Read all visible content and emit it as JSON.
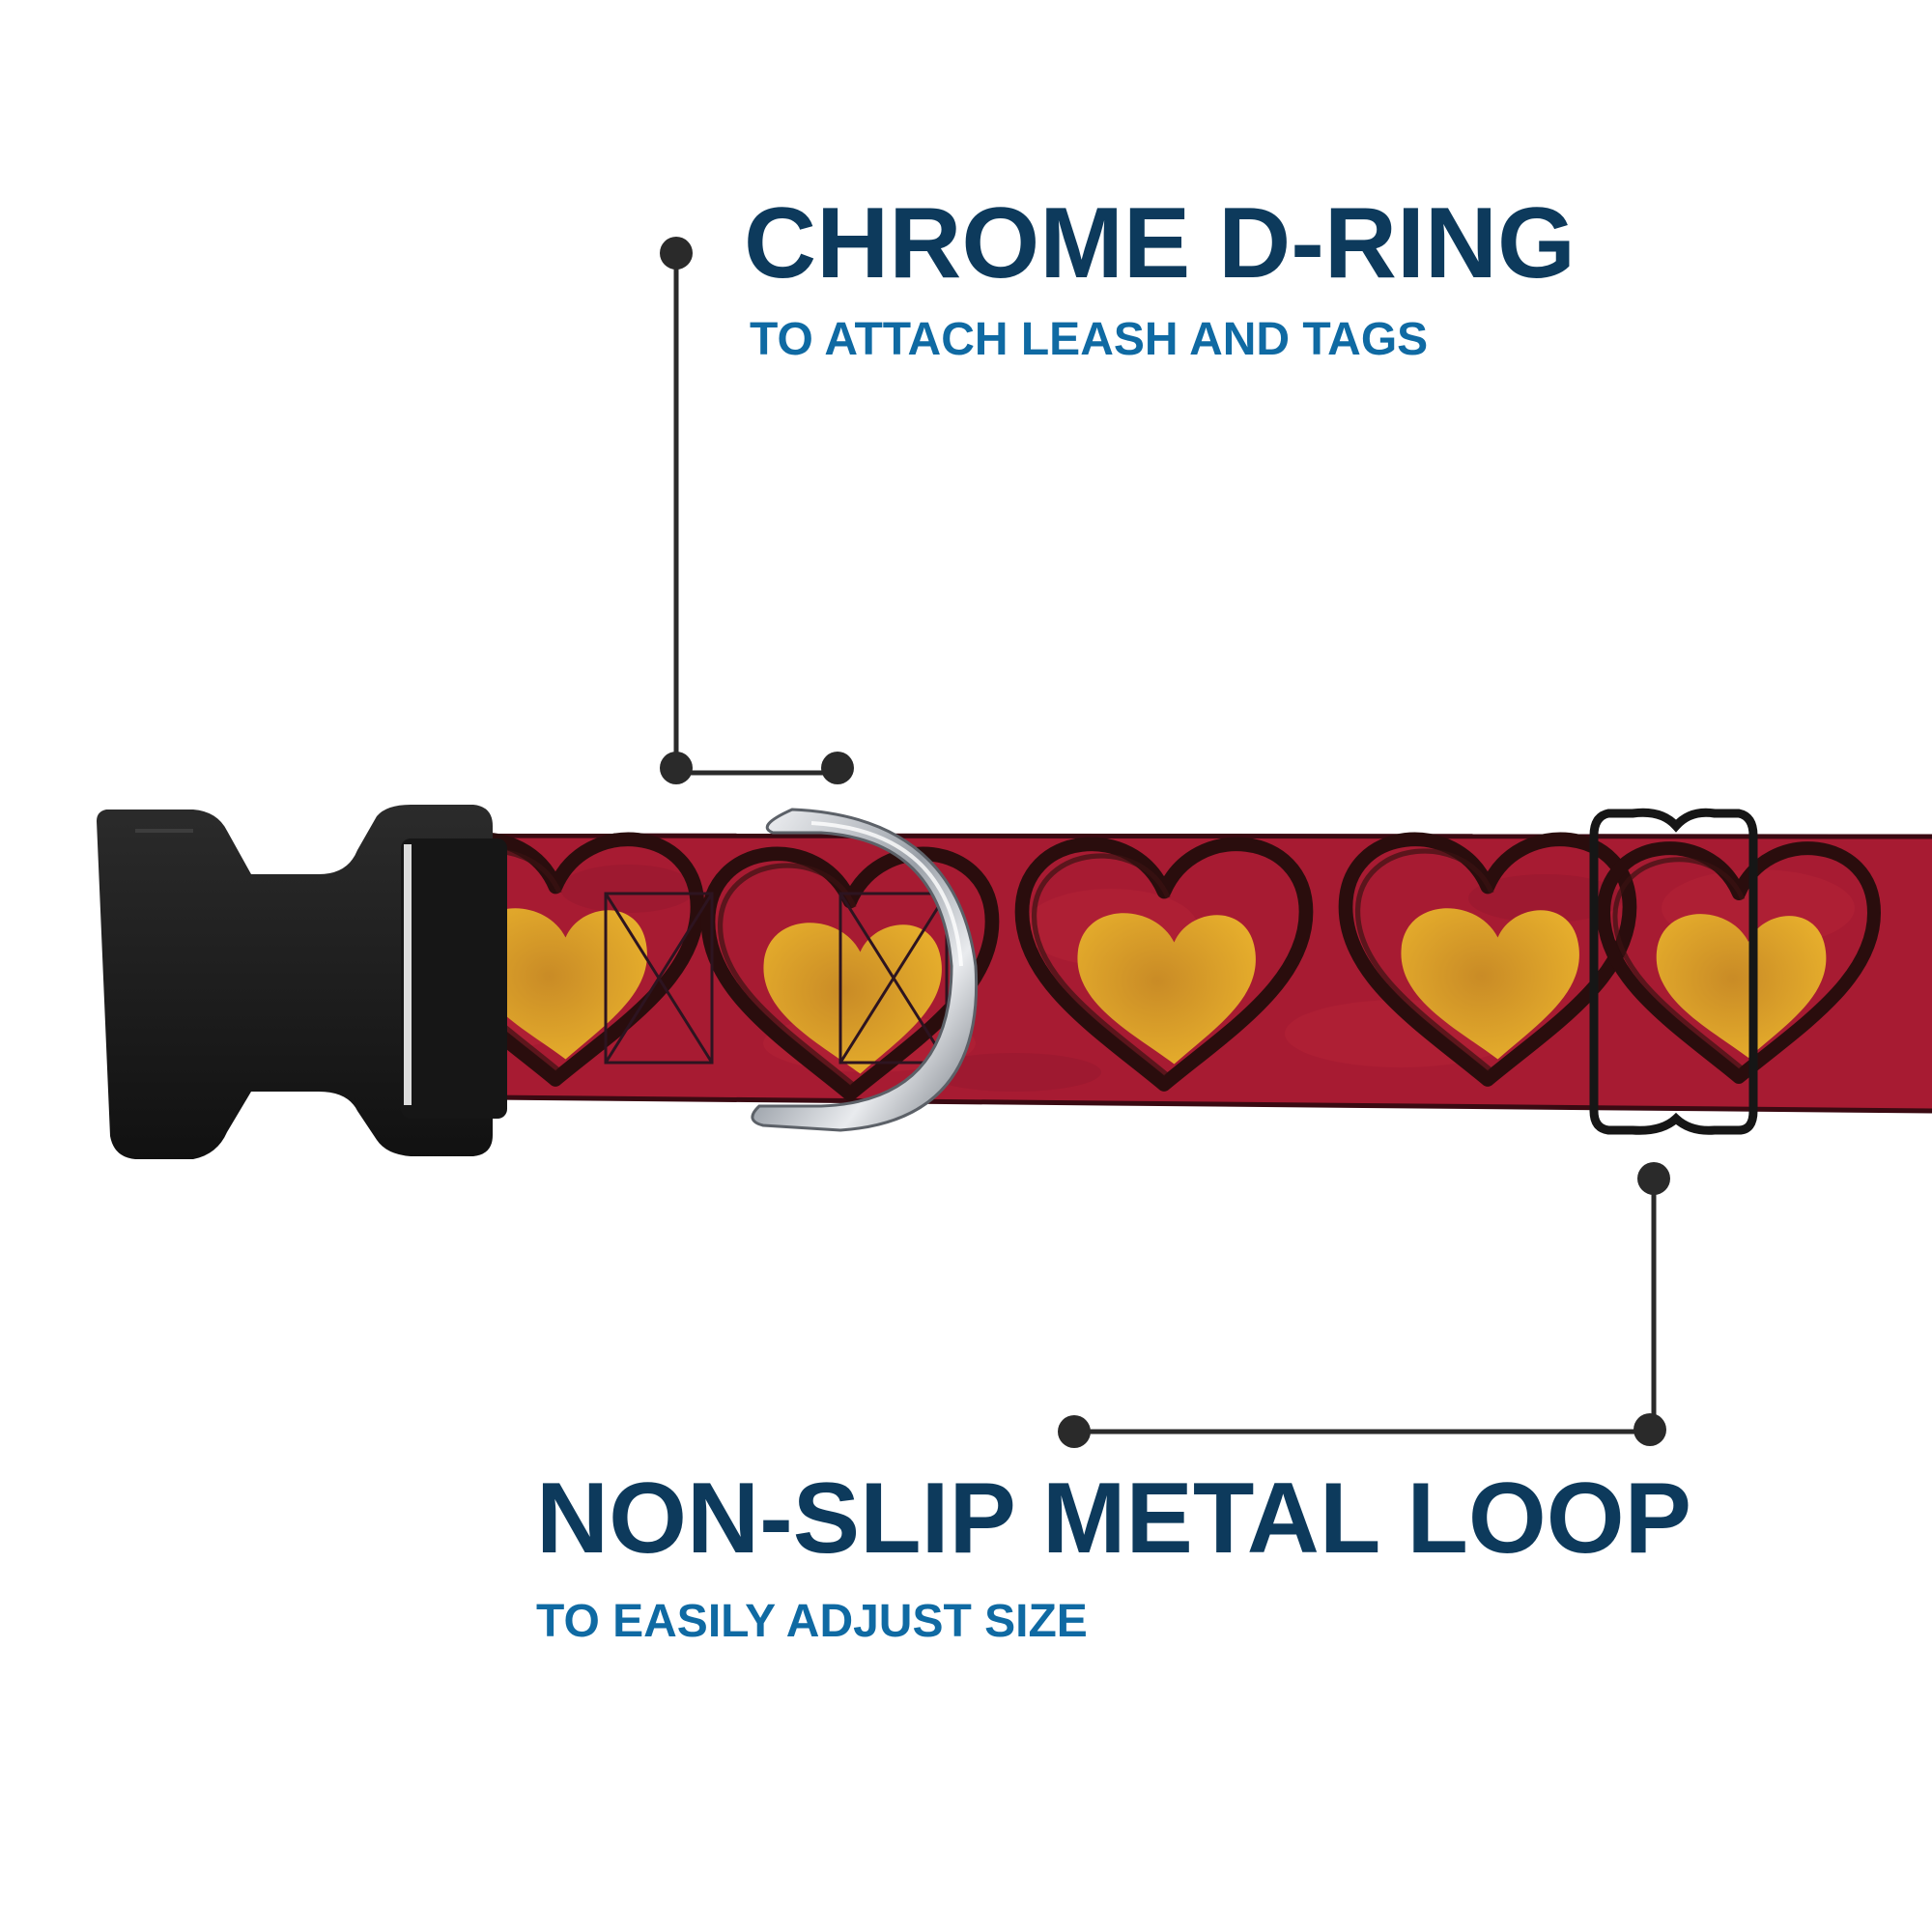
{
  "callouts": {
    "d_ring": {
      "title": "CHROME D-RING",
      "subtitle": "TO ATTACH LEASH AND TAGS"
    },
    "loop": {
      "title": "NON-SLIP METAL LOOP",
      "subtitle": "TO EASILY ADJUST SIZE"
    }
  },
  "colors": {
    "title": "#0d3a5c",
    "subtitle": "#0f6aa3",
    "collar_red": "#b01f35",
    "heart_yellow": "#e3a72a",
    "heart_outline": "#2a0d0d",
    "buckle_black": "#1c1c1c",
    "leader_line": "#2a2a2a",
    "chrome": "#c9ccd1"
  },
  "icons": [
    "side-release-buckle-icon",
    "chrome-d-ring-icon",
    "slide-loop-icon",
    "heart-icon"
  ]
}
